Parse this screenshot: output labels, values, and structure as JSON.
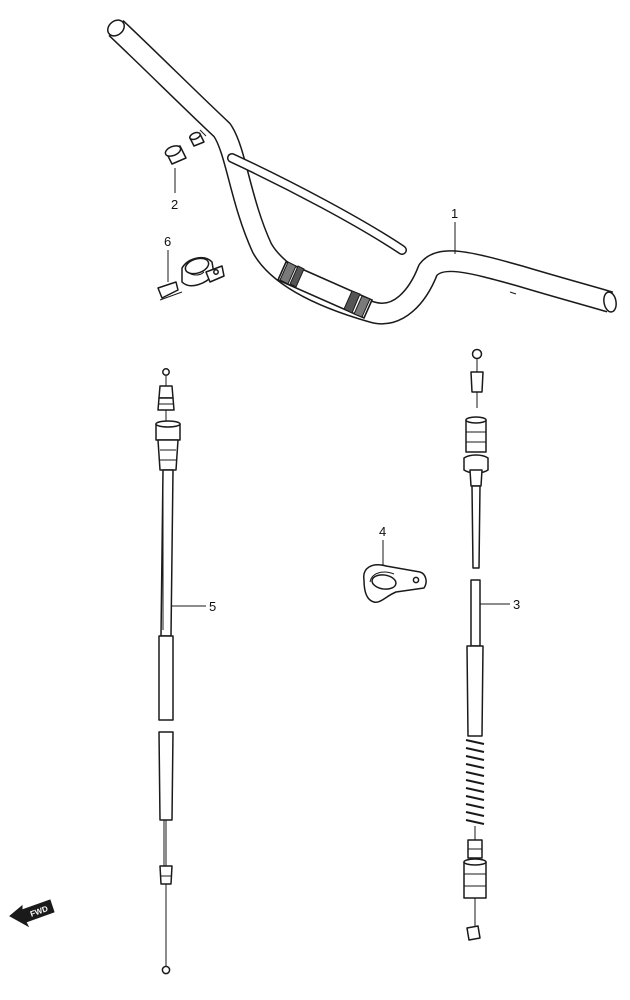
{
  "callouts": {
    "handlebar": "1",
    "balancer": "2",
    "clutch_cable": "3",
    "cable_clamp": "4",
    "throttle_cable": "5",
    "holder": "6"
  },
  "fwd_text": "FWD"
}
